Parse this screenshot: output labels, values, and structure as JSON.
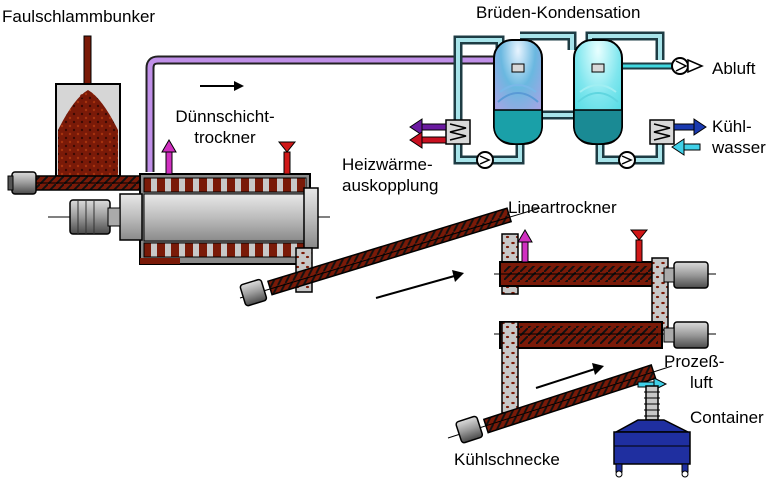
{
  "labels": {
    "faulschlammbunker": "Faulschlammbunker",
    "brueden_kondensation": "Brüden-Kondensation",
    "abluft": "Abluft",
    "duennschicht_1": "Dünnschicht-",
    "duennschicht_2": "trockner",
    "kuehl_1": "Kühl-",
    "kuehl_2": "wasser",
    "heizwaerme_1": "Heizwärme-",
    "heizwaerme_2": "auskopplung",
    "lineartrockner": "Lineartrockner",
    "prozess_1": "Prozeß-",
    "prozess_2": "luft",
    "container": "Container",
    "kuehlschnecke": "Kühlschnecke"
  },
  "colors": {
    "sludge": "#7a1a08",
    "sludge_dark": "#3a0a04",
    "steel": "#c8c8c8",
    "steel_dark": "#8a8a8a",
    "vapor_pipe": "#c090e8",
    "pipe_teal": "#1e6a78",
    "pipe_teal_light": "#a8e4ea",
    "condenser1": "#c49ae6",
    "condenser2": "#40d8e0",
    "container_blue": "#1f2fa0",
    "heat_purple": "#6a1aa0",
    "heat_red": "#c81020",
    "cool_blue": "#1a3ab0",
    "cool_cyan": "#40d0e8",
    "marker_magenta": "#d030c0",
    "marker_red": "#d01818"
  }
}
